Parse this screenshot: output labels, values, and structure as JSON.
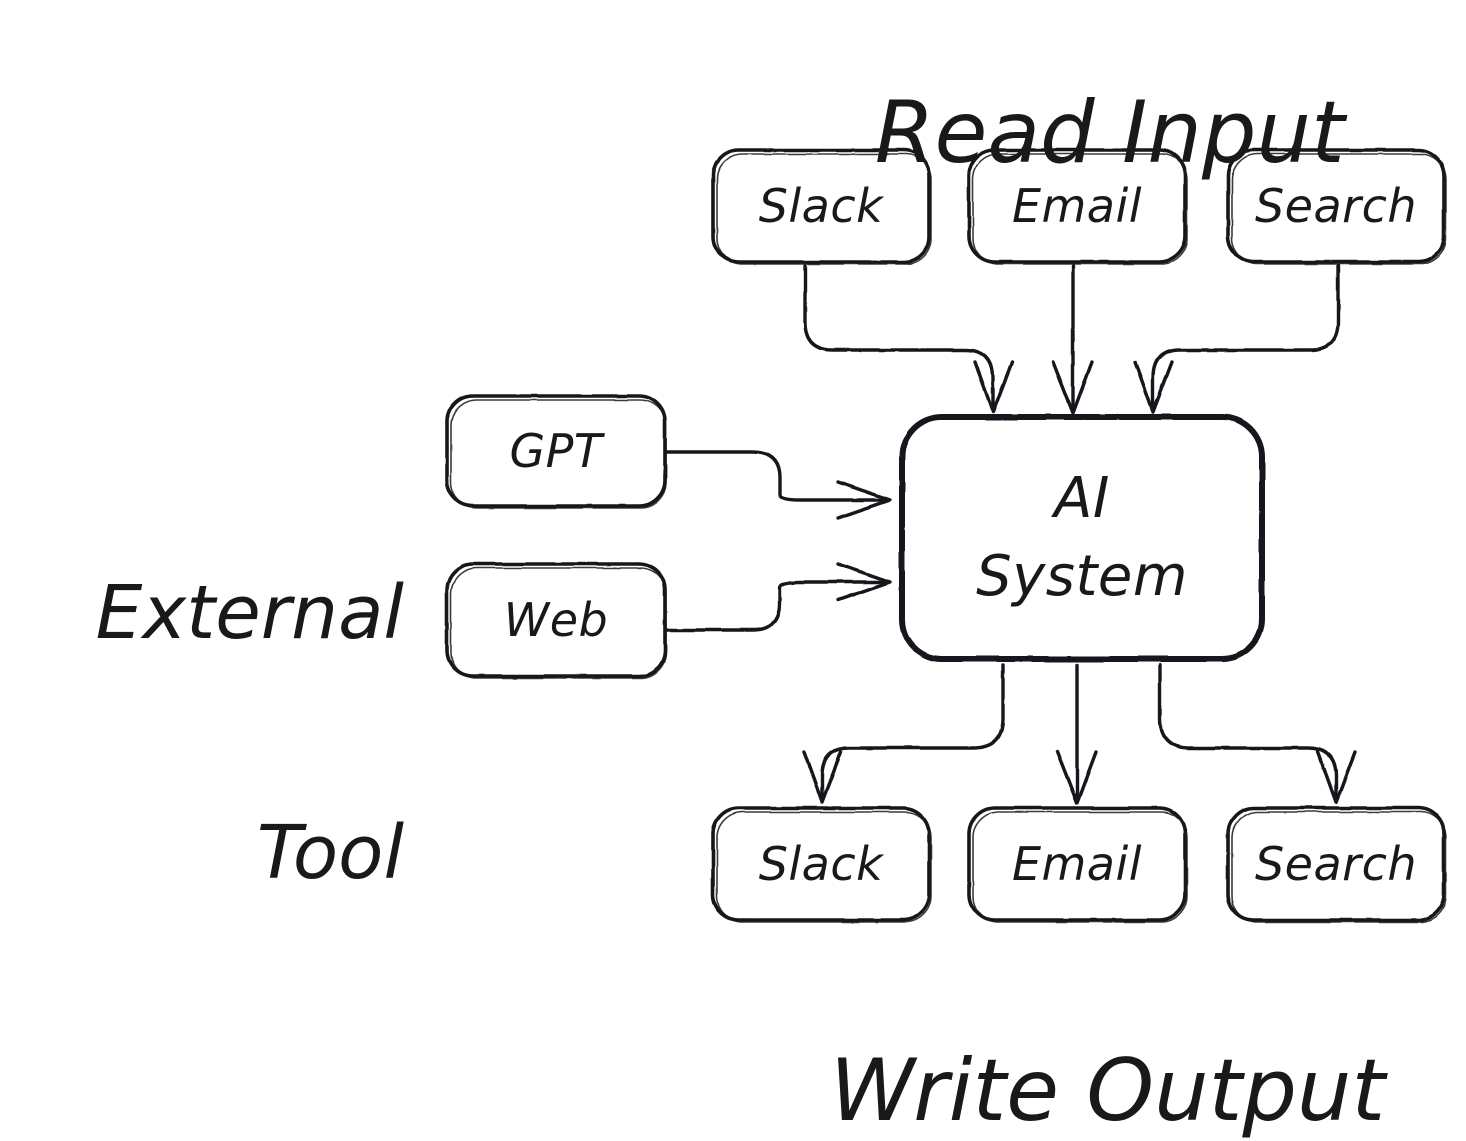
{
  "diagram": {
    "title_read_input": "Read Input",
    "title_external_tool_line1": "External",
    "title_external_tool_line2": "Tool",
    "title_write_output": "Write Output",
    "center_node_line1": "AI",
    "center_node_line2": "System",
    "inputs": [
      {
        "label": "Slack"
      },
      {
        "label": "Email"
      },
      {
        "label": "Search"
      }
    ],
    "tools": [
      {
        "label": "GPT"
      },
      {
        "label": "Web"
      }
    ],
    "outputs": [
      {
        "label": "Slack"
      },
      {
        "label": "Email"
      },
      {
        "label": "Search"
      }
    ],
    "colors": {
      "background": "#ffffff",
      "stroke": "#18191b",
      "text": "#18191b"
    }
  }
}
